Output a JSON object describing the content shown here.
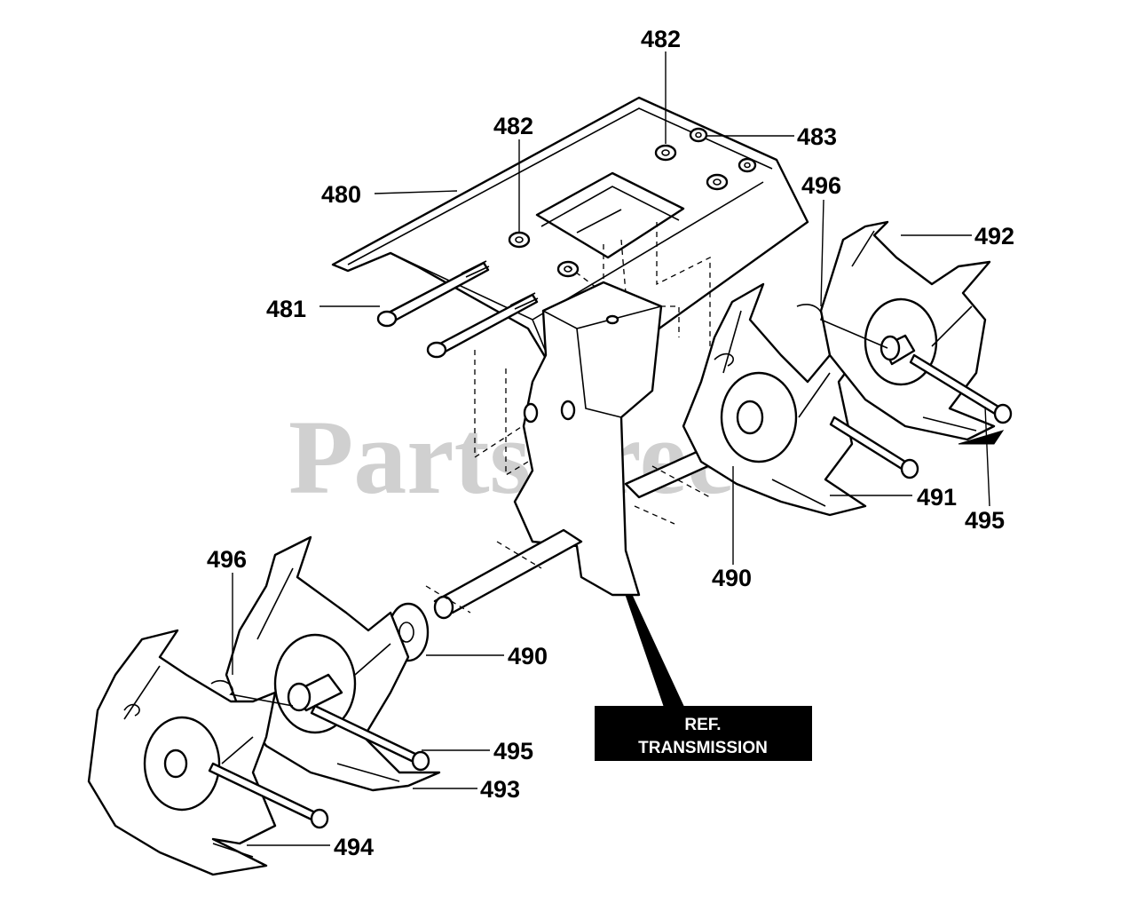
{
  "watermark": "PartsTree",
  "reference_box": {
    "line1": "REF.",
    "line2": "TRANSMISSION"
  },
  "callouts": [
    {
      "id": "c482a",
      "text": "482"
    },
    {
      "id": "c482b",
      "text": "482"
    },
    {
      "id": "c483",
      "text": "483"
    },
    {
      "id": "c480",
      "text": "480"
    },
    {
      "id": "c496a",
      "text": "496"
    },
    {
      "id": "c492",
      "text": "492"
    },
    {
      "id": "c481",
      "text": "481"
    },
    {
      "id": "c491",
      "text": "491"
    },
    {
      "id": "c495a",
      "text": "495"
    },
    {
      "id": "c490a",
      "text": "490"
    },
    {
      "id": "c496b",
      "text": "496"
    },
    {
      "id": "c490b",
      "text": "490"
    },
    {
      "id": "c495b",
      "text": "495"
    },
    {
      "id": "c493",
      "text": "493"
    },
    {
      "id": "c494",
      "text": "494"
    }
  ]
}
